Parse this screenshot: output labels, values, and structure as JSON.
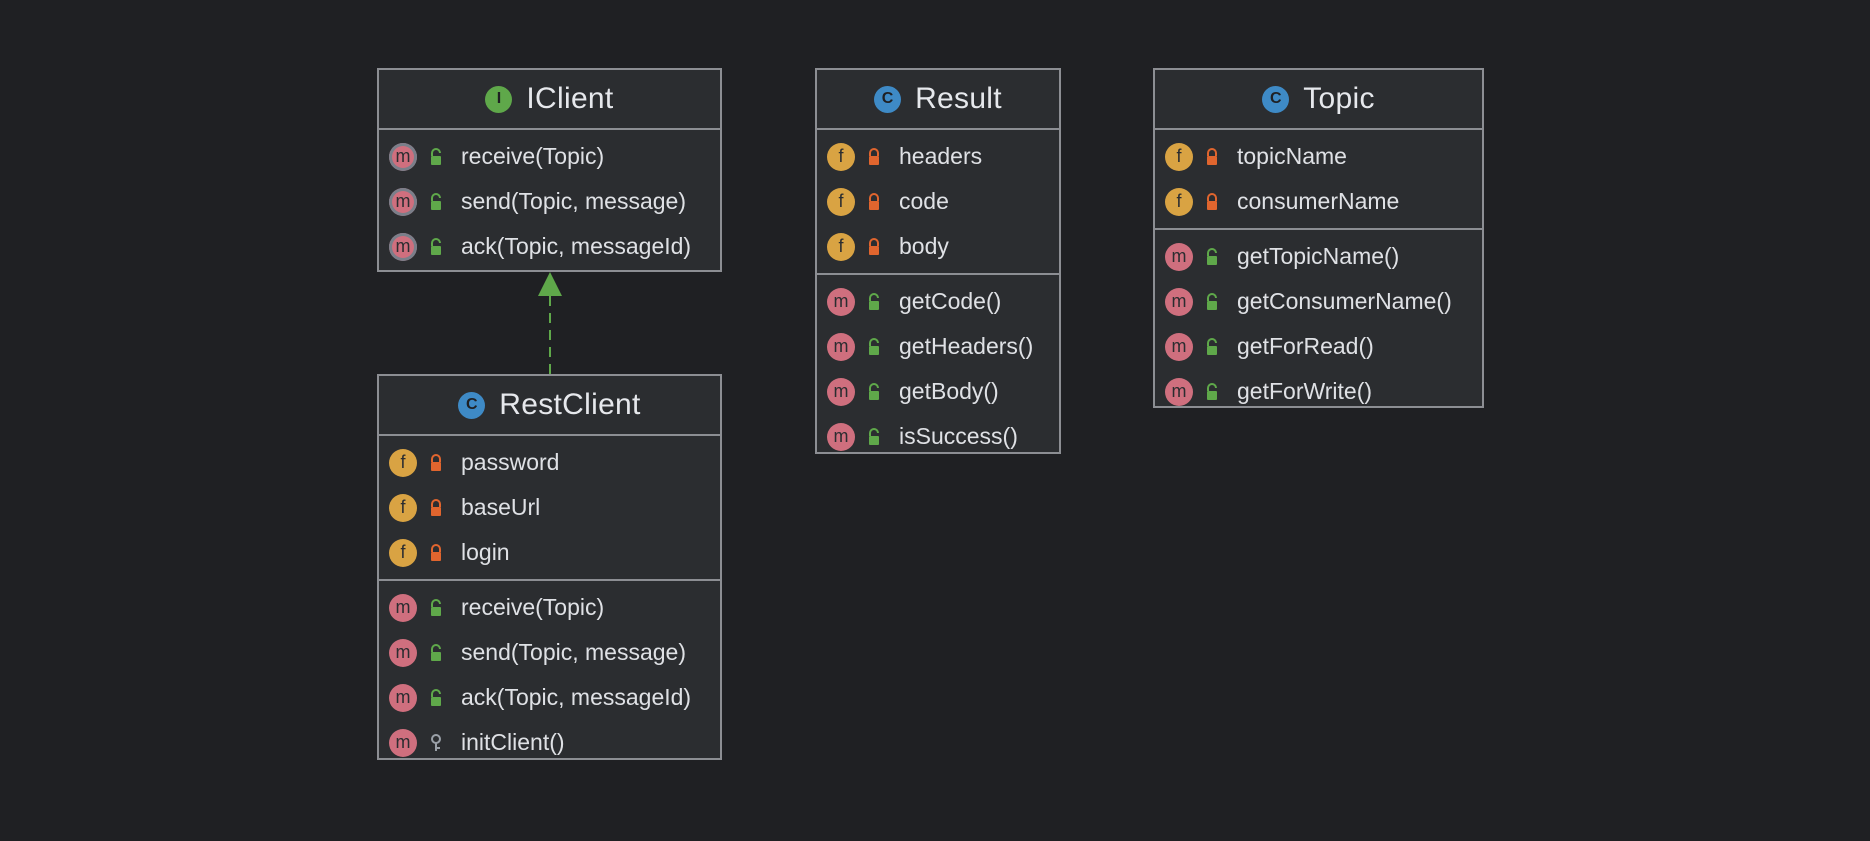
{
  "colors": {
    "background": "#1f2023",
    "box_fill": "#2b2d30",
    "box_border": "#8c8e93",
    "interface_badge": "#5fa84a",
    "class_badge": "#3e8ac6",
    "field_badge": "#d9a343",
    "method_badge": "#cf6f7e",
    "private_lock": "#e0652e",
    "public_lock": "#5fa84a",
    "package_key": "#9aa0a8",
    "relation_line": "#5fa84a"
  },
  "classes": {
    "iclient": {
      "name": "IClient",
      "kind": "I",
      "kind_icon": "interface-icon",
      "fields": [],
      "methods": [
        {
          "name": "receive(Topic)",
          "kind": "m",
          "kind_icon": "abstract-method-icon",
          "visibility": "public",
          "visibility_icon": "public-lock-icon"
        },
        {
          "name": "send(Topic, message)",
          "kind": "m",
          "kind_icon": "abstract-method-icon",
          "visibility": "public",
          "visibility_icon": "public-lock-icon"
        },
        {
          "name": "ack(Topic, messageId)",
          "kind": "m",
          "kind_icon": "abstract-method-icon",
          "visibility": "public",
          "visibility_icon": "public-lock-icon"
        }
      ]
    },
    "restclient": {
      "name": "RestClient",
      "kind": "C",
      "kind_icon": "class-icon",
      "fields": [
        {
          "name": "password",
          "kind": "f",
          "kind_icon": "field-icon",
          "visibility": "private",
          "visibility_icon": "private-lock-icon"
        },
        {
          "name": "baseUrl",
          "kind": "f",
          "kind_icon": "field-icon",
          "visibility": "private",
          "visibility_icon": "private-lock-icon"
        },
        {
          "name": "login",
          "kind": "f",
          "kind_icon": "field-icon",
          "visibility": "private",
          "visibility_icon": "private-lock-icon"
        }
      ],
      "methods": [
        {
          "name": "receive(Topic)",
          "kind": "m",
          "kind_icon": "method-icon",
          "visibility": "public",
          "visibility_icon": "public-lock-icon"
        },
        {
          "name": "send(Topic, message)",
          "kind": "m",
          "kind_icon": "method-icon",
          "visibility": "public",
          "visibility_icon": "public-lock-icon"
        },
        {
          "name": "ack(Topic, messageId)",
          "kind": "m",
          "kind_icon": "method-icon",
          "visibility": "public",
          "visibility_icon": "public-lock-icon"
        },
        {
          "name": "initClient()",
          "kind": "m",
          "kind_icon": "method-icon",
          "visibility": "package-private",
          "visibility_icon": "package-key-icon"
        }
      ]
    },
    "result": {
      "name": "Result",
      "kind": "C",
      "kind_icon": "class-icon",
      "fields": [
        {
          "name": "headers",
          "kind": "f",
          "kind_icon": "field-icon",
          "visibility": "private",
          "visibility_icon": "private-lock-icon"
        },
        {
          "name": "code",
          "kind": "f",
          "kind_icon": "field-icon",
          "visibility": "private",
          "visibility_icon": "private-lock-icon"
        },
        {
          "name": "body",
          "kind": "f",
          "kind_icon": "field-icon",
          "visibility": "private",
          "visibility_icon": "private-lock-icon"
        }
      ],
      "methods": [
        {
          "name": "getCode()",
          "kind": "m",
          "kind_icon": "method-icon",
          "visibility": "public",
          "visibility_icon": "public-lock-icon"
        },
        {
          "name": "getHeaders()",
          "kind": "m",
          "kind_icon": "method-icon",
          "visibility": "public",
          "visibility_icon": "public-lock-icon"
        },
        {
          "name": "getBody()",
          "kind": "m",
          "kind_icon": "method-icon",
          "visibility": "public",
          "visibility_icon": "public-lock-icon"
        },
        {
          "name": "isSuccess()",
          "kind": "m",
          "kind_icon": "method-icon",
          "visibility": "public",
          "visibility_icon": "public-lock-icon"
        }
      ]
    },
    "topic": {
      "name": "Topic",
      "kind": "C",
      "kind_icon": "class-icon",
      "fields": [
        {
          "name": "topicName",
          "kind": "f",
          "kind_icon": "field-icon",
          "visibility": "private",
          "visibility_icon": "private-lock-icon"
        },
        {
          "name": "consumerName",
          "kind": "f",
          "kind_icon": "field-icon",
          "visibility": "private",
          "visibility_icon": "private-lock-icon"
        }
      ],
      "methods": [
        {
          "name": "getTopicName()",
          "kind": "m",
          "kind_icon": "method-icon",
          "visibility": "public",
          "visibility_icon": "public-lock-icon"
        },
        {
          "name": "getConsumerName()",
          "kind": "m",
          "kind_icon": "method-icon",
          "visibility": "public",
          "visibility_icon": "public-lock-icon"
        },
        {
          "name": "getForRead()",
          "kind": "m",
          "kind_icon": "method-icon",
          "visibility": "public",
          "visibility_icon": "public-lock-icon"
        },
        {
          "name": "getForWrite()",
          "kind": "m",
          "kind_icon": "method-icon",
          "visibility": "public",
          "visibility_icon": "public-lock-icon"
        }
      ]
    }
  },
  "relations": [
    {
      "type": "implements",
      "from": "RestClient",
      "to": "IClient",
      "style": "dashed",
      "arrow": "hollow-triangle"
    }
  ]
}
